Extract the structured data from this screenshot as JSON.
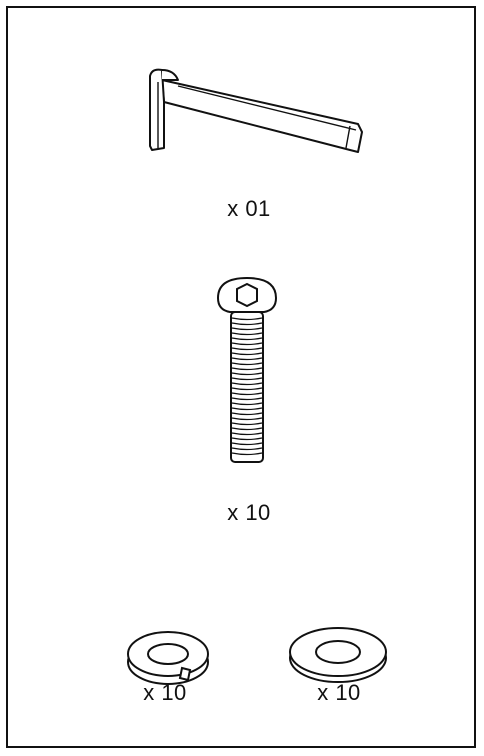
{
  "parts": [
    {
      "name": "hex key",
      "icon": "hex-key-icon",
      "quantity": "x 01"
    },
    {
      "name": "button head socket bolt",
      "icon": "bolt-icon",
      "quantity": "x 10"
    },
    {
      "name": "split lock washer",
      "icon": "lock-washer-icon",
      "quantity": "x 10"
    },
    {
      "name": "flat washer",
      "icon": "flat-washer-icon",
      "quantity": "x 10"
    }
  ],
  "colors": {
    "line": "#111111",
    "background": "#ffffff"
  }
}
